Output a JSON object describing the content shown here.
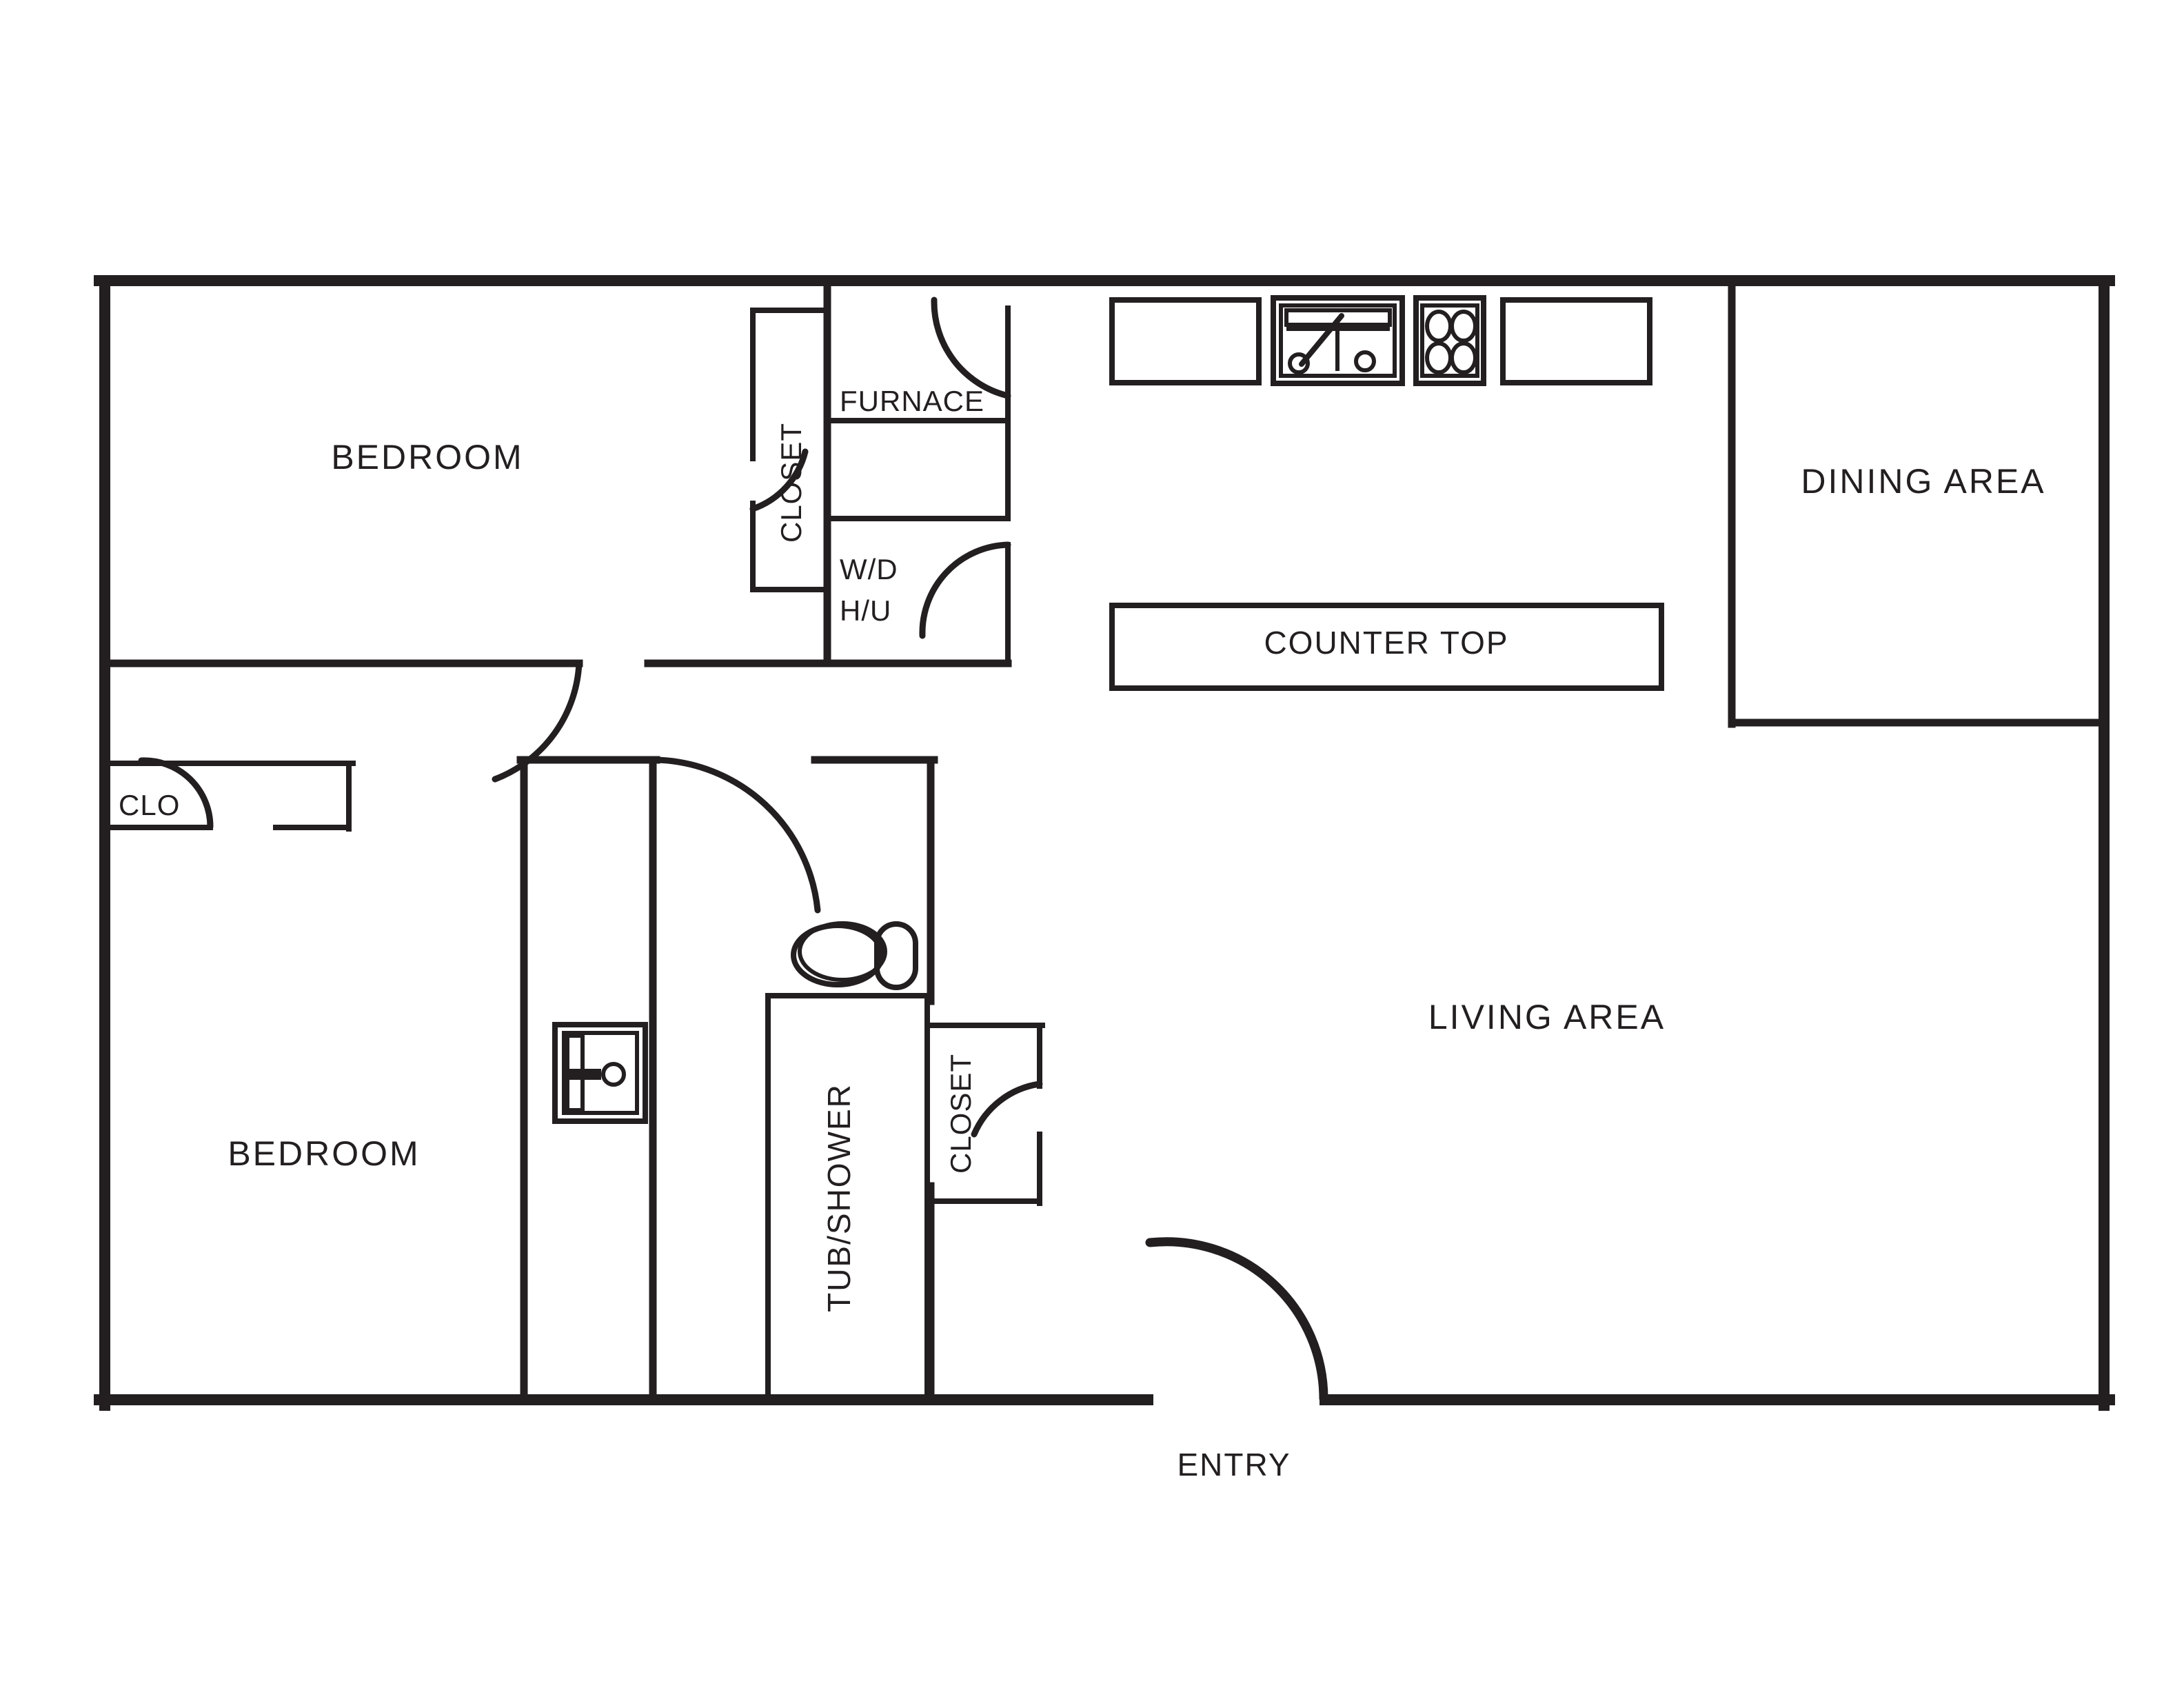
{
  "plan": {
    "title": "Apartment Floor Plan",
    "line_color": "#231f20",
    "background_color": "#ffffff"
  },
  "rooms": [
    {
      "key": "bedroom_top",
      "label": "BEDROOM"
    },
    {
      "key": "bedroom_bottom",
      "label": "BEDROOM"
    },
    {
      "key": "dining_area",
      "label": "DINING AREA"
    },
    {
      "key": "living_area",
      "label": "LIVING  AREA"
    }
  ],
  "labels": {
    "bedroom_top": "BEDROOM",
    "bedroom_bottom": "BEDROOM",
    "dining_area": "DINING AREA",
    "living_area": "LIVING  AREA",
    "closet_top": "CLOSET",
    "closet_bath": "CLOSET",
    "closet_small": "CLO",
    "furnace": "FURNACE",
    "wd_hu_line1": "W/D",
    "wd_hu_line2": "H/U",
    "counter_top": "COUNTER TOP",
    "tub_shower": "TUB/SHOWER",
    "entry": "ENTRY"
  },
  "fixtures": [
    {
      "key": "kitchen-cabinet-left",
      "name": "cabinet"
    },
    {
      "key": "kitchen-sink",
      "name": "double-basin-sink"
    },
    {
      "key": "kitchen-stove",
      "name": "four-burner-stove"
    },
    {
      "key": "kitchen-cabinet-right",
      "name": "cabinet"
    },
    {
      "key": "counter-top",
      "name": "counter"
    },
    {
      "key": "bath-vanity",
      "name": "vanity-sink"
    },
    {
      "key": "bath-toilet",
      "name": "toilet"
    },
    {
      "key": "bath-tub",
      "name": "tub-shower"
    }
  ],
  "doors": [
    {
      "key": "door-closet-top",
      "name": "closet-door"
    },
    {
      "key": "door-furnace",
      "name": "furnace-door"
    },
    {
      "key": "door-wd-hu",
      "name": "washer-dryer-door"
    },
    {
      "key": "door-bedroom-bottom",
      "name": "bedroom-door"
    },
    {
      "key": "door-clo-small",
      "name": "small-closet-door"
    },
    {
      "key": "door-bathroom",
      "name": "bathroom-door"
    },
    {
      "key": "door-closet-bath",
      "name": "closet-door"
    },
    {
      "key": "door-entry",
      "name": "entry-door"
    }
  ]
}
